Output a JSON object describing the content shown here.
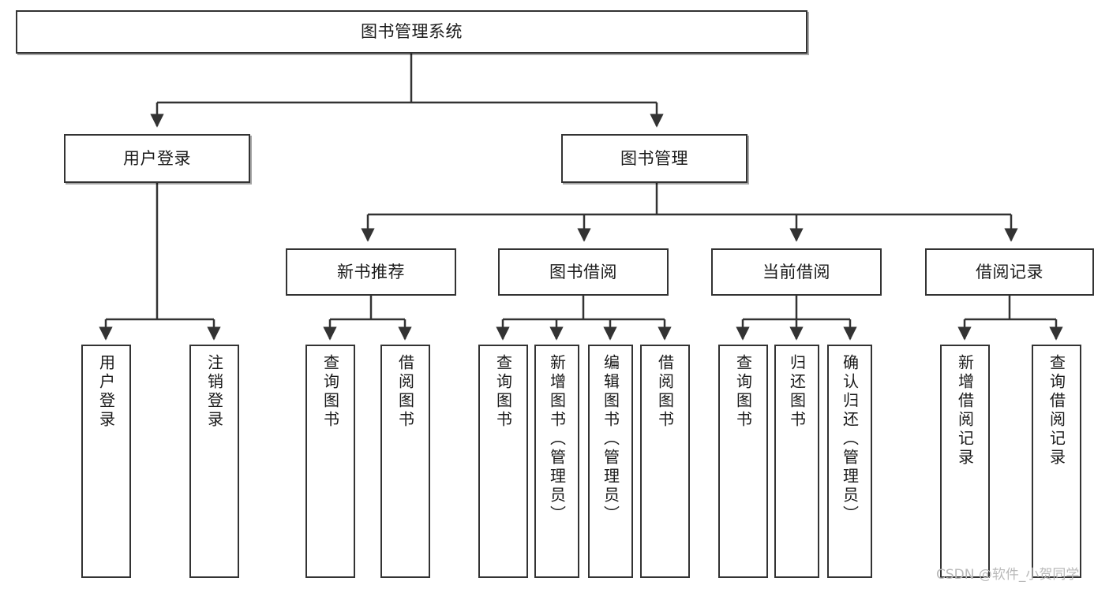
{
  "diagram": {
    "type": "tree",
    "title": "图书管理系统",
    "orientation": "top-down",
    "colors": {
      "box_border": "#333333",
      "box_fill": "#ffffff",
      "edge": "#333333",
      "text": "#1a1a1a",
      "watermark": "#b9b9b9"
    }
  },
  "watermark": {
    "text": "CSDN @软件_小贺同学"
  },
  "nodes": {
    "root": {
      "label": "图书管理系统"
    },
    "level2": [
      {
        "id": "user-login",
        "label": "用户登录"
      },
      {
        "id": "book-manage",
        "label": "图书管理"
      }
    ],
    "level3": [
      {
        "id": "new-book-recommend",
        "label": "新书推荐"
      },
      {
        "id": "book-borrow",
        "label": "图书借阅"
      },
      {
        "id": "current-borrow",
        "label": "当前借阅"
      },
      {
        "id": "borrow-record",
        "label": "借阅记录"
      }
    ],
    "leaves": [
      {
        "id": "leaf-user-login",
        "label": "用户登录",
        "parent": "user-login"
      },
      {
        "id": "leaf-logout-login",
        "label": "注销登录",
        "parent": "user-login"
      },
      {
        "id": "leaf-query-book-1",
        "label": "查询图书",
        "parent": "new-book-recommend"
      },
      {
        "id": "leaf-borrow-book-1",
        "label": "借阅图书",
        "parent": "new-book-recommend"
      },
      {
        "id": "leaf-query-book-2",
        "label": "查询图书",
        "parent": "book-borrow"
      },
      {
        "id": "leaf-add-book",
        "label": "新增图书（管理员）",
        "parent": "book-borrow"
      },
      {
        "id": "leaf-edit-book",
        "label": "编辑图书（管理员）",
        "parent": "book-borrow"
      },
      {
        "id": "leaf-borrow-book-2",
        "label": "借阅图书",
        "parent": "book-borrow"
      },
      {
        "id": "leaf-query-book-3",
        "label": "查询图书",
        "parent": "current-borrow"
      },
      {
        "id": "leaf-return-book",
        "label": "归还图书",
        "parent": "current-borrow"
      },
      {
        "id": "leaf-confirm-return",
        "label": "确认归还（管理员）",
        "parent": "current-borrow"
      },
      {
        "id": "leaf-add-record",
        "label": "新增借阅记录",
        "parent": "borrow-record"
      },
      {
        "id": "leaf-query-record",
        "label": "查询借阅记录",
        "parent": "borrow-record"
      }
    ]
  }
}
